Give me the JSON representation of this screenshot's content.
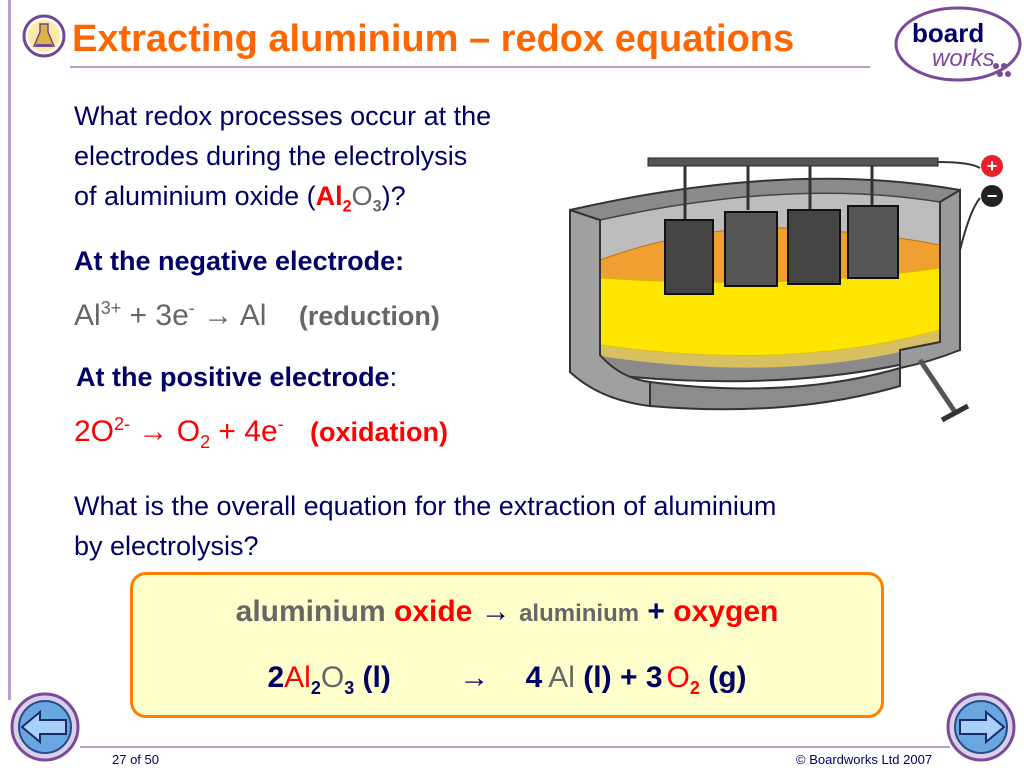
{
  "header": {
    "title": "Extracting aluminium – redox equations",
    "logo": {
      "line1": "board",
      "line2": "works"
    },
    "icon": "chemistry-flask-icon"
  },
  "intro": {
    "line1": "What redox processes occur at the",
    "line2": "electrodes during the electrolysis",
    "line3_pre": "of aluminium oxide (",
    "formula_al": "Al",
    "formula_al_sub": "2",
    "formula_o": "O",
    "formula_o_sub": "3",
    "line3_post": ")?"
  },
  "negative": {
    "heading": "At the negative electrode:",
    "ion": "Al",
    "ion_charge": "3+",
    "plus_e": " + 3e",
    "e_charge": "-",
    "arrow": " → ",
    "product": "Al",
    "type": "(reduction)"
  },
  "positive": {
    "heading": "At the positive electrode",
    "heading_colon": ":",
    "ion": "2O",
    "ion_charge": "2-",
    "arrow": " → ",
    "product": "O",
    "product_sub": "2",
    "plus_e": " + 4e",
    "e_charge": "-",
    "type": "(oxidation)"
  },
  "overall": {
    "question_line1": "What is the overall equation for the extraction of aluminium",
    "question_line2": "by electrolysis?",
    "word_eq": {
      "reactant1": "aluminium",
      "reactant2": "oxide",
      "arrow": "→",
      "product1": "aluminium",
      "plus": "+",
      "product2": "oxygen"
    },
    "symbol_eq": {
      "coef1": "2",
      "al": "Al",
      "al_sub": "2",
      "o": "O",
      "o_sub": "3",
      "state1": "(l)",
      "arrow": "→",
      "coef2": "4",
      "al2": "Al",
      "state2": "(l)",
      "plus": "+",
      "coef3": "3",
      "o2": "O",
      "o2_sub": "2",
      "state3": "(g)"
    }
  },
  "diagram": {
    "plus_sign": "+",
    "minus_sign": "−"
  },
  "footer": {
    "page": "27 of 50",
    "copyright": "© Boardworks Ltd 2007"
  },
  "colors": {
    "accent": "#ff6600",
    "text": "#000066",
    "red": "#ff0000",
    "box_fill": "#ffffcc",
    "box_border": "#ff8000"
  }
}
